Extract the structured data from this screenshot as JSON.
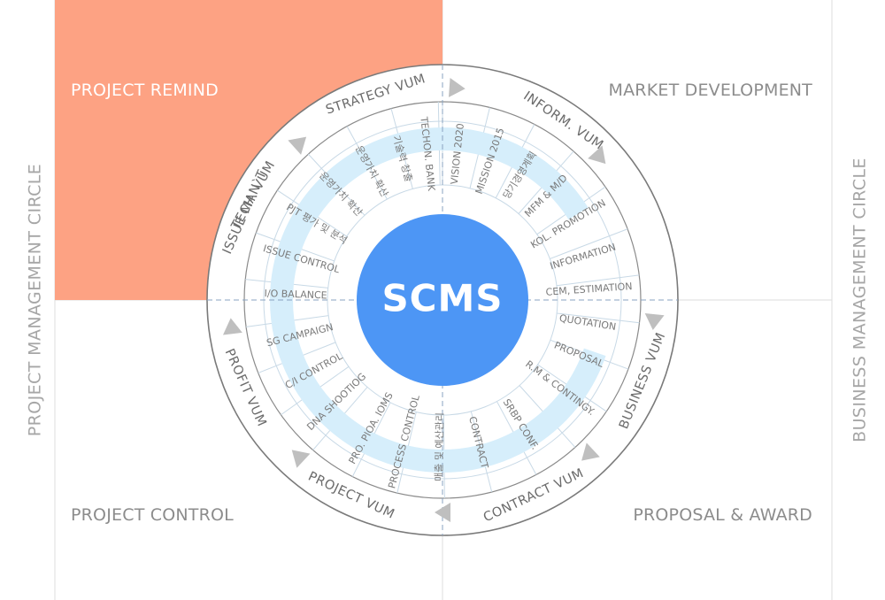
{
  "center": {
    "label": "SCMS"
  },
  "side_labels": {
    "left": "PROJECT MANAGEMENT CIRCLE",
    "right": "BUSINESS MANAGEMENT CIRCLE"
  },
  "quadrants": [
    {
      "id": "top-left",
      "label": "PROJECT REMIND",
      "active": true
    },
    {
      "id": "top-right",
      "label": "MARKET DEVELOPMENT",
      "active": false
    },
    {
      "id": "bottom-left",
      "label": "PROJECT CONTROL",
      "active": false
    },
    {
      "id": "bottom-right",
      "label": "PROPOSAL & AWARD",
      "active": false
    }
  ],
  "vums": [
    {
      "label": "TECH. VUM",
      "angle": -61
    },
    {
      "label": "STRATEGY VUM",
      "angle": -18
    },
    {
      "label": "INFORM. VUM",
      "angle": 34
    },
    {
      "label": "BUSINESS VUM",
      "angle": 112
    },
    {
      "label": "CONTRACT VUM",
      "angle": 155
    },
    {
      "label": "PROJECT VUM",
      "angle": -155
    },
    {
      "label": "PROFIT VUM",
      "angle": -114
    },
    {
      "label": "ISSUE MAN`T",
      "angle": -66
    }
  ],
  "items": [
    {
      "label": "VISION 2020",
      "angle": 6
    },
    {
      "label": "MISSION 2015",
      "angle": 19
    },
    {
      "label": "당기경영계획",
      "angle": 32
    },
    {
      "label": "MFM & M/D",
      "angle": 45
    },
    {
      "label": "KOL. PROMOTION",
      "angle": 59
    },
    {
      "label": "INFORMATION",
      "angle": 73
    },
    {
      "label": "CEM, ESTIMATION",
      "angle": 86
    },
    {
      "label": "QUOTATION",
      "angle": 99
    },
    {
      "label": "PROPOSAL",
      "angle": 112
    },
    {
      "label": "R.M & CONTINGY.",
      "angle": 127
    },
    {
      "label": "SRBP CONF.",
      "angle": 148
    },
    {
      "label": "CONTRACT",
      "angle": 166
    },
    {
      "label": "매출 및 예산관리",
      "angle": 181
    },
    {
      "label": "PROCESS CONTROL",
      "angle": 195
    },
    {
      "label": "PRO. PIOA. IOMS",
      "angle": 209
    },
    {
      "label": "DNA SHOOTIOG",
      "angle": 226
    },
    {
      "label": "C/I CONTROL",
      "angle": 241
    },
    {
      "label": "SG CAMPAIGN",
      "angle": 256
    },
    {
      "label": "I/O BALANCE",
      "angle": 272
    },
    {
      "label": "ISSUE CONTROL",
      "angle": 286
    },
    {
      "label": "PJT 평가 및 분석",
      "angle": 301
    },
    {
      "label": "운영가치 확산",
      "angle": 316
    },
    {
      "label": "운영가치 확산",
      "angle": 331
    },
    {
      "label": "기술력 창출",
      "angle": 344
    },
    {
      "label": "TECHON. BANK",
      "angle": 354
    }
  ],
  "colors": {
    "center": "#4d96f5",
    "active_quadrant": "#fda283",
    "band": "#d6eefb",
    "ring_line": "#7a7a7a",
    "marker": "#bfbfbf"
  }
}
